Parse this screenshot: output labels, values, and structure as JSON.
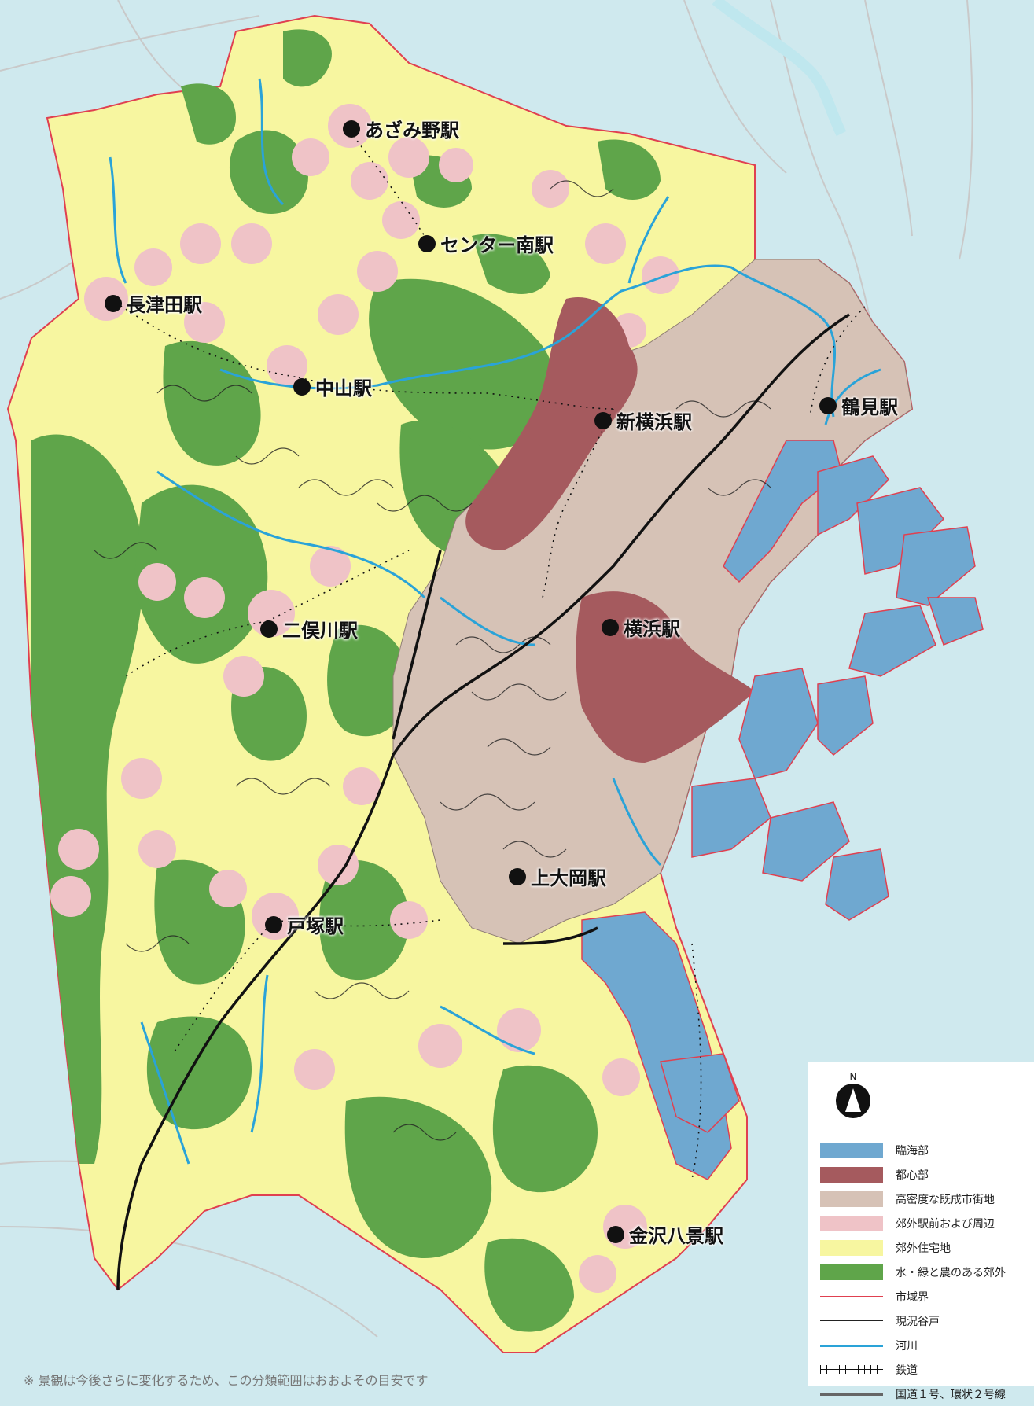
{
  "map": {
    "colors": {
      "sea": "#cfe9ee",
      "coastal": "#6fa8d0",
      "center": "#a55a5e",
      "dense": "#d6c2b6",
      "station_area": "#efc3c7",
      "residential": "#f7f6a0",
      "green": "#5fa54a",
      "city_border": "#e04050",
      "valley": "#222222",
      "river": "#2aa3d8",
      "rail": "#111111",
      "road": "#444444"
    },
    "stations": [
      {
        "name": "あざみ野駅",
        "key": "azamino"
      },
      {
        "name": "センター南駅",
        "key": "center-minami"
      },
      {
        "name": "長津田駅",
        "key": "nagatsuta"
      },
      {
        "name": "中山駅",
        "key": "nakayama"
      },
      {
        "name": "新横浜駅",
        "key": "shin-yokohama"
      },
      {
        "name": "鶴見駅",
        "key": "tsurumi"
      },
      {
        "name": "二俣川駅",
        "key": "futamatagawa"
      },
      {
        "name": "横浜駅",
        "key": "yokohama"
      },
      {
        "name": "上大岡駅",
        "key": "kamiooka"
      },
      {
        "name": "戸塚駅",
        "key": "totsuka"
      },
      {
        "name": "金沢八景駅",
        "key": "kanazawa-hakkei"
      }
    ]
  },
  "legend": {
    "north": "N",
    "items": [
      {
        "label": "臨海部",
        "color": "#6fa8d0",
        "kind": "fill"
      },
      {
        "label": "都心部",
        "color": "#a55a5e",
        "kind": "fill"
      },
      {
        "label": "高密度な既成市街地",
        "color": "#d6c2b6",
        "kind": "fill"
      },
      {
        "label": "郊外駅前および周辺",
        "color": "#efc3c7",
        "kind": "fill"
      },
      {
        "label": "郊外住宅地",
        "color": "#f7f6a0",
        "kind": "fill"
      },
      {
        "label": "水・緑と農のある郊外",
        "color": "#5fa54a",
        "kind": "fill"
      },
      {
        "label": "市域界",
        "color": "#e04050",
        "kind": "line"
      },
      {
        "label": "現況谷戸",
        "color": "#222222",
        "kind": "line"
      },
      {
        "label": "河川",
        "color": "#2aa3d8",
        "kind": "line"
      },
      {
        "label": "鉄道",
        "color": "#111111",
        "kind": "rail"
      },
      {
        "label": "国道１号、環状２号線",
        "color": "#666666",
        "kind": "road"
      }
    ]
  },
  "note": "※ 景観は今後さらに変化するため、この分類範囲はおおよその目安です"
}
